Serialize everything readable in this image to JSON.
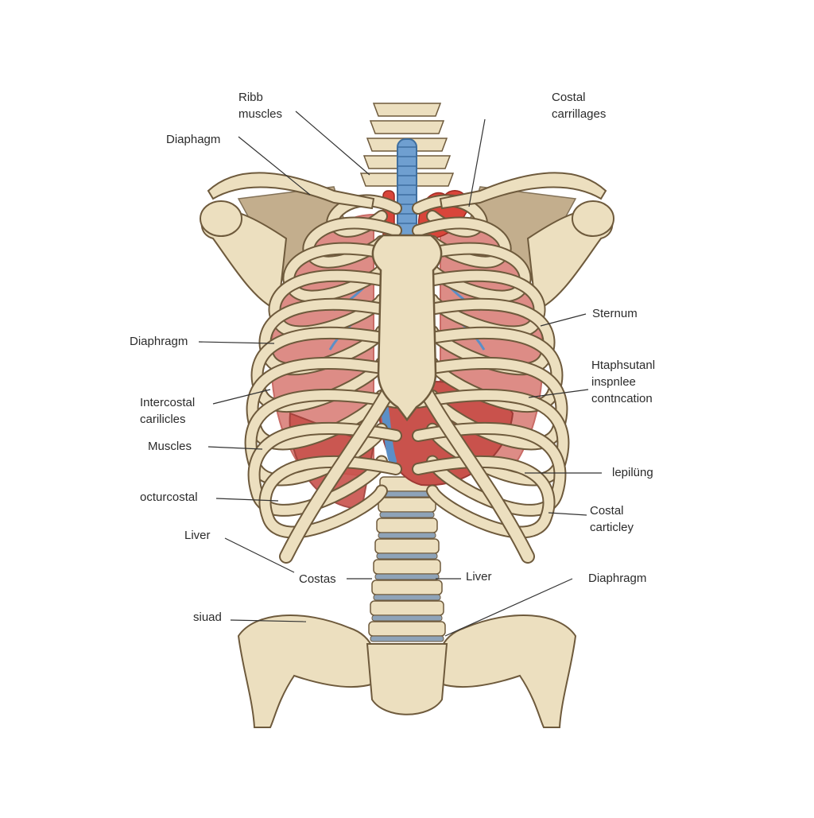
{
  "palette": {
    "bone": "#ecdfbf",
    "bone_shade": "#d8c49a",
    "outline": "#6e5a3c",
    "lung": "#dd8c86",
    "lung_dark": "#c96b66",
    "organ": "#c9524c",
    "artery": "#d9453a",
    "vein": "#5b8fc7",
    "trachea": "#6f9fd0",
    "muscle": "#b9a07a",
    "disc": "#8ea3b8",
    "leader": "#333333"
  },
  "labels": {
    "rib_muscles": "Ribb\nmuscles",
    "costal_cartilages": "Costal\ncarrillages",
    "diaphragm_top": "Diaphagm",
    "sternum": "Sternum",
    "diaphragm_left": "Diaphragm",
    "diaphragm_right_block": "Htaphsutanl\ninspnlee\ncontncation",
    "intercostal_cartilages": "Intercostal\ncarilicles",
    "muscles": "Muscles",
    "lepilung": "lepilüng",
    "octurcostal": "octurcostal",
    "costal_carticley": "Costal\ncarticley",
    "liver_left": "Liver",
    "costas": "Costas",
    "liver_center": "Liver",
    "diaphragm_bottom": "Diaphragm",
    "siuad": "siuad"
  }
}
